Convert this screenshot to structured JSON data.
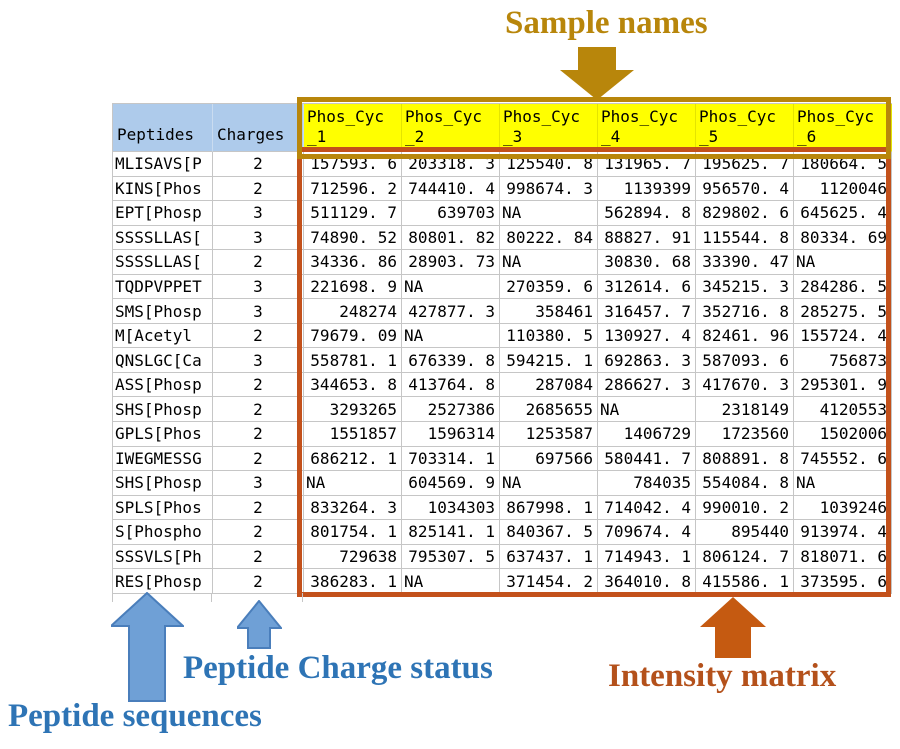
{
  "annotations": {
    "sample_names_label": "Sample names",
    "peptide_sequences_label": "Peptide sequences",
    "charge_status_label": "Peptide Charge status",
    "intensity_matrix_label": "Intensity matrix"
  },
  "colors": {
    "gold_accent": "#B8860B",
    "yellow_header_bg": "#FFFF00",
    "blue_header_bg": "#AECBEB",
    "matrix_border": "#C3511B",
    "blue_label_text": "#2E74B5",
    "orange_label_text": "#B4511B",
    "arrow_blue_fill": "#6FA0D6",
    "arrow_blue_stroke": "#4A7EBB",
    "arrow_orange_fill": "#C55A11"
  },
  "table": {
    "peptides_header": "Peptides",
    "charges_header": "Charges",
    "sample_headers": [
      "Phos_Cyc_1",
      "Phos_Cyc_2",
      "Phos_Cyc_3",
      "Phos_Cyc_4",
      "Phos_Cyc_5",
      "Phos_Cyc_6"
    ],
    "rows": [
      {
        "peptide": "MLISAVS[P",
        "charge": "2",
        "values": [
          "157593.6",
          "203318.3",
          "125540.8",
          "131965.7",
          "195625.7",
          "180664.5"
        ]
      },
      {
        "peptide": "KINS[Phos",
        "charge": "2",
        "values": [
          "712596.2",
          "744410.4",
          "998674.3",
          "1139399",
          "956570.4",
          "1120046"
        ]
      },
      {
        "peptide": "EPT[Phosp",
        "charge": "3",
        "values": [
          "511129.7",
          "639703",
          "NA",
          "562894.8",
          "829802.6",
          "645625.4"
        ]
      },
      {
        "peptide": "SSSSLLAS[",
        "charge": "3",
        "values": [
          "74890.52",
          "80801.82",
          "80222.84",
          "88827.91",
          "115544.8",
          "80334.69"
        ]
      },
      {
        "peptide": "SSSSLLAS[",
        "charge": "2",
        "values": [
          "34336.86",
          "28903.73",
          "NA",
          "30830.68",
          "33390.47",
          "NA"
        ]
      },
      {
        "peptide": "TQDPVPPET",
        "charge": "3",
        "values": [
          "221698.9",
          "NA",
          "270359.6",
          "312614.6",
          "345215.3",
          "284286.5"
        ]
      },
      {
        "peptide": "SMS[Phosp",
        "charge": "3",
        "values": [
          "248274",
          "427877.3",
          "358461",
          "316457.7",
          "352716.8",
          "285275.5"
        ]
      },
      {
        "peptide": "M[Acetyl",
        "charge": "2",
        "values": [
          "79679.09",
          "NA",
          "110380.5",
          "130927.4",
          "82461.96",
          "155724.4"
        ]
      },
      {
        "peptide": "QNSLGC[Ca",
        "charge": "3",
        "values": [
          "558781.1",
          "676339.8",
          "594215.1",
          "692863.3",
          "587093.6",
          "756873"
        ]
      },
      {
        "peptide": "ASS[Phosp",
        "charge": "2",
        "values": [
          "344653.8",
          "413764.8",
          "287084",
          "286627.3",
          "417670.3",
          "295301.9"
        ]
      },
      {
        "peptide": "SHS[Phosp",
        "charge": "2",
        "values": [
          "3293265",
          "2527386",
          "2685655",
          "NA",
          "2318149",
          "4120553"
        ]
      },
      {
        "peptide": "GPLS[Phos",
        "charge": "2",
        "values": [
          "1551857",
          "1596314",
          "1253587",
          "1406729",
          "1723560",
          "1502006"
        ]
      },
      {
        "peptide": "IWEGMESSG",
        "charge": "2",
        "values": [
          "686212.1",
          "703314.1",
          "697566",
          "580441.7",
          "808891.8",
          "745552.6"
        ]
      },
      {
        "peptide": "SHS[Phosp",
        "charge": "3",
        "values": [
          "NA",
          "604569.9",
          "NA",
          "784035",
          "554084.8",
          "NA"
        ]
      },
      {
        "peptide": "SPLS[Phos",
        "charge": "2",
        "values": [
          "833264.3",
          "1034303",
          "867998.1",
          "714042.4",
          "990010.2",
          "1039246"
        ]
      },
      {
        "peptide": "S[Phospho",
        "charge": "2",
        "values": [
          "801754.1",
          "825141.1",
          "840367.5",
          "709674.4",
          "895440",
          "913974.4"
        ]
      },
      {
        "peptide": "SSSVLS[Ph",
        "charge": "2",
        "values": [
          "729638",
          "795307.5",
          "637437.1",
          "714943.1",
          "806124.7",
          "818071.6"
        ]
      },
      {
        "peptide": "RES[Phosp",
        "charge": "2",
        "values": [
          "386283.1",
          "NA",
          "371454.2",
          "364010.8",
          "415586.1",
          "373595.6"
        ]
      }
    ]
  }
}
